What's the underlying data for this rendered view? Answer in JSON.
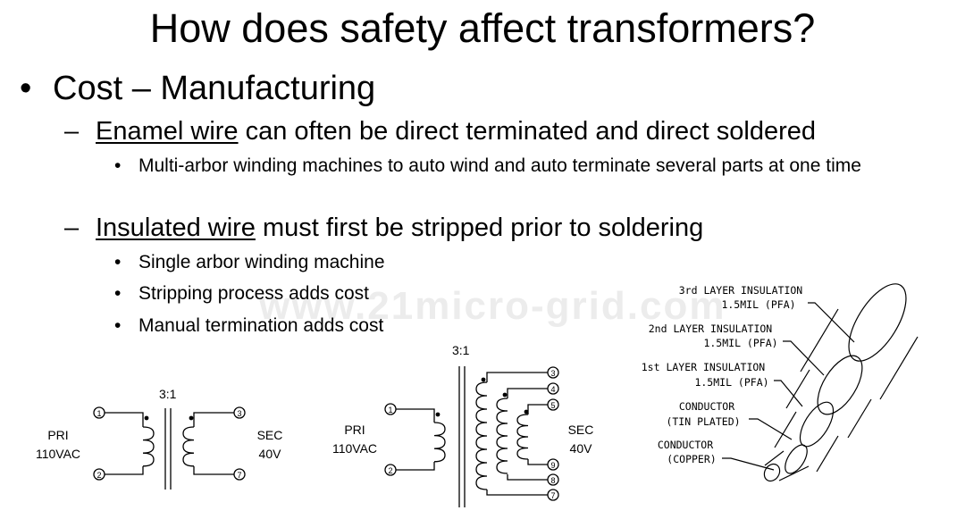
{
  "slide": {
    "title": "How does safety affect transformers?",
    "bullet_symbol": "•",
    "dash_symbol": "–",
    "main_bullet": "Cost – Manufacturing",
    "sub1": {
      "underlined": "Enamel wire",
      "rest": " can often be direct terminated and direct soldered",
      "points": [
        "Multi-arbor winding machines to auto wind and auto terminate several parts at one time"
      ]
    },
    "sub2": {
      "underlined": "Insulated wire",
      "rest": " must first be stripped prior to soldering",
      "points": [
        "Single arbor winding machine",
        "Stripping process adds cost",
        "Manual termination adds cost"
      ]
    },
    "watermark": "www.21micro-grid.com"
  },
  "diagram1": {
    "ratio": "3:1",
    "pri_label": "PRI",
    "pri_voltage": "110VAC",
    "sec_label": "SEC",
    "sec_voltage": "40V",
    "pins": [
      "1",
      "2",
      "3",
      "7"
    ]
  },
  "diagram2": {
    "ratio": "3:1",
    "pri_label": "PRI",
    "pri_voltage": "110VAC",
    "sec_label": "SEC",
    "sec_voltage": "40V",
    "pins": [
      "1",
      "2",
      "3",
      "4",
      "5",
      "9",
      "8",
      "7"
    ]
  },
  "wire_diagram": {
    "labels": [
      {
        "line1": "3rd LAYER INSULATION",
        "line2": "1.5MIL (PFA)"
      },
      {
        "line1": "2nd LAYER INSULATION",
        "line2": "1.5MIL (PFA)"
      },
      {
        "line1": "1st LAYER INSULATION",
        "line2": "1.5MIL (PFA)"
      },
      {
        "line1": "CONDUCTOR",
        "line2": "(TIN PLATED)"
      },
      {
        "line1": "CONDUCTOR",
        "line2": "(COPPER)"
      }
    ]
  }
}
